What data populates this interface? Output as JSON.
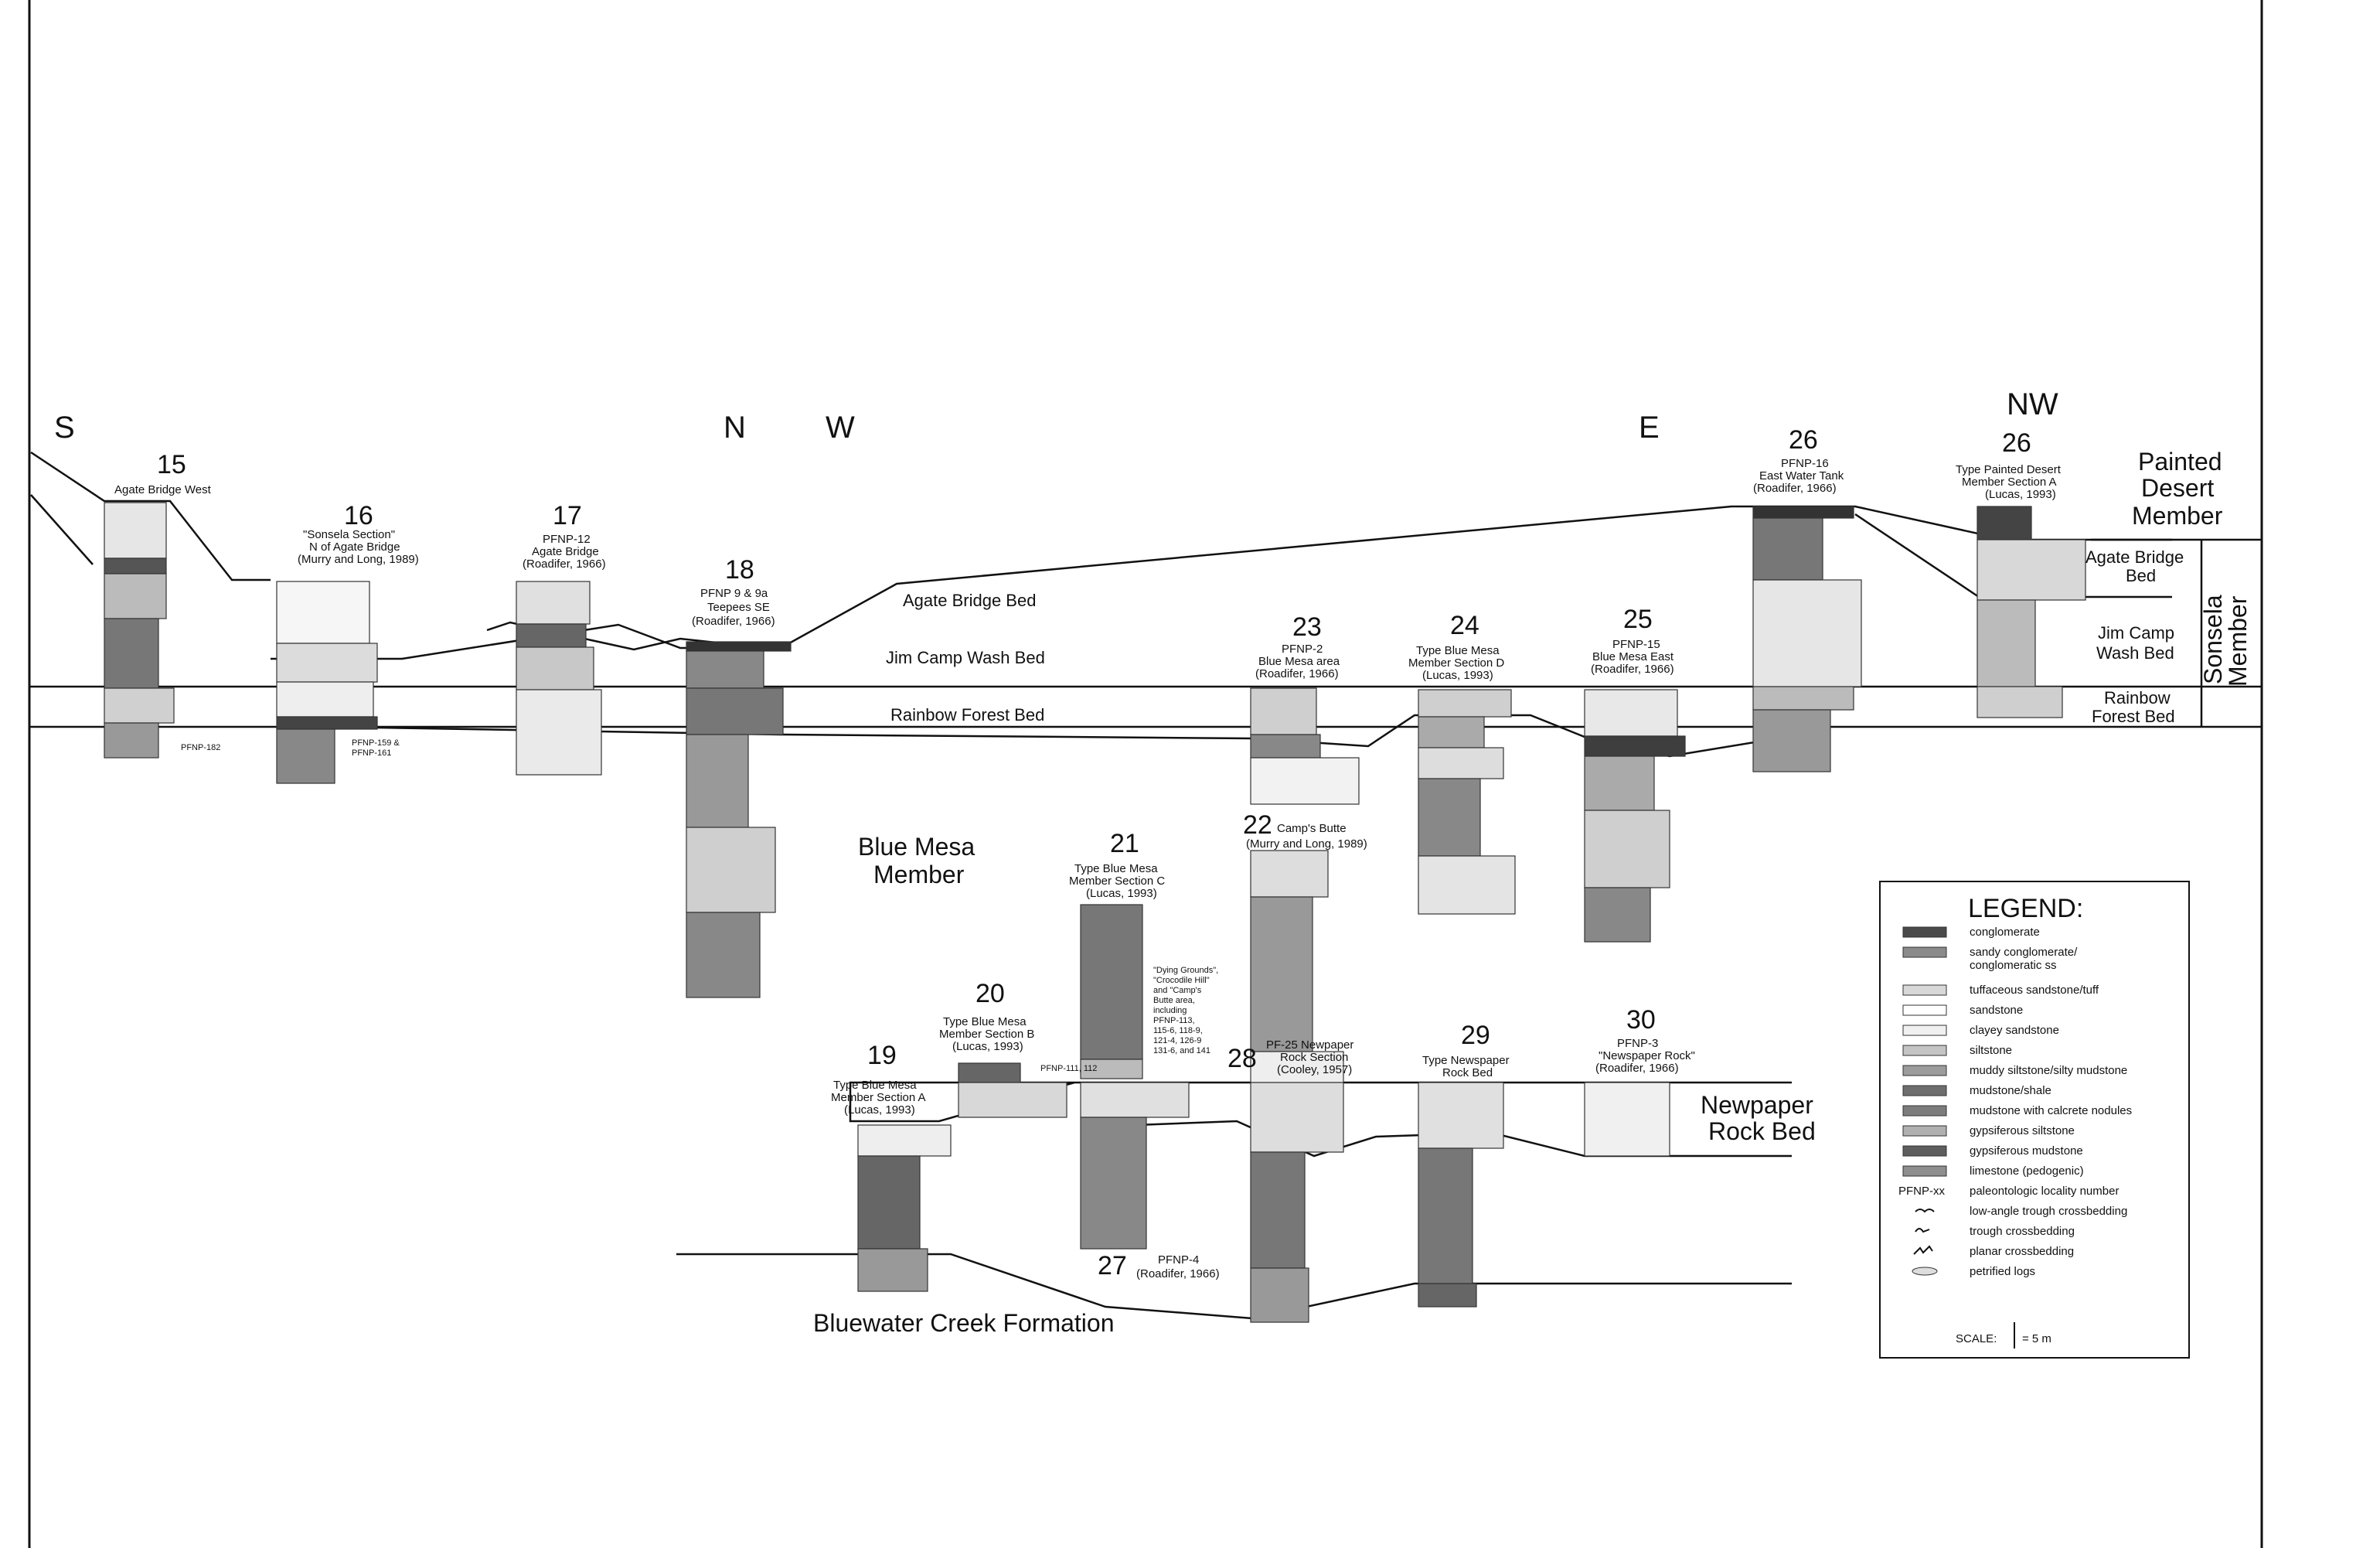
{
  "directions": [
    "S",
    "N",
    "W",
    "E",
    "NW"
  ],
  "sections": [
    {
      "number": "15",
      "caption": [
        "Agate Bridge West"
      ]
    },
    {
      "number": "16",
      "caption": [
        "\"Sonsela Section\"",
        "N of Agate Bridge",
        "(Murry and Long, 1989)"
      ]
    },
    {
      "number": "17",
      "caption": [
        "PFNP-12",
        "Agate Bridge",
        "(Roadifer, 1966)"
      ]
    },
    {
      "number": "18",
      "caption": [
        "PFNP 9 & 9a",
        "Teepees SE",
        "(Roadifer, 1966)"
      ]
    },
    {
      "number": "19",
      "caption": [
        "Type Blue Mesa",
        "Member Section A",
        "(Lucas, 1993)"
      ]
    },
    {
      "number": "20",
      "caption": [
        "Type Blue Mesa",
        "Member Section B",
        "(Lucas, 1993)"
      ]
    },
    {
      "number": "21",
      "caption": [
        "Type Blue Mesa",
        "Member Section C",
        "(Lucas, 1993)"
      ]
    },
    {
      "number": "22",
      "caption": [
        "Camp's Butte",
        "(Murry and Long, 1989)"
      ]
    },
    {
      "number": "23",
      "caption": [
        "PFNP-2",
        "Blue Mesa area",
        "(Roadifer, 1966)"
      ]
    },
    {
      "number": "24",
      "caption": [
        "Type Blue Mesa",
        "Member Section D",
        "(Lucas, 1993)"
      ]
    },
    {
      "number": "25",
      "caption": [
        "PFNP-15",
        "Blue Mesa East",
        "(Roadifer, 1966)"
      ]
    },
    {
      "number": "26",
      "caption": [
        "PFNP-16",
        "East Water Tank",
        "(Roadifer, 1966)"
      ]
    },
    {
      "number": "26",
      "caption": [
        "Type Painted Desert",
        "Member Section A",
        "(Lucas, 1993)"
      ]
    },
    {
      "number": "27",
      "caption": [
        "PFNP-4",
        "(Roadifer, 1966)"
      ]
    },
    {
      "number": "28",
      "caption": [
        "PF-25 Newpaper",
        "Rock Section",
        "(Cooley, 1957)"
      ]
    },
    {
      "number": "29",
      "caption": [
        "Type Newspaper",
        "Rock Bed"
      ]
    },
    {
      "number": "30",
      "caption": [
        "PFNP-3",
        "\"Newspaper Rock\"",
        "(Roadifer, 1966)"
      ]
    }
  ],
  "beds": [
    "Agate Bridge Bed",
    "Jim Camp Wash Bed",
    "Rainbow Forest Bed"
  ],
  "units_right": {
    "painted_desert": [
      "Painted",
      "Desert",
      "Member"
    ],
    "agate_bridge": [
      "Agate Bridge",
      "Bed"
    ],
    "jim_camp": [
      "Jim Camp",
      "Wash Bed"
    ],
    "rainbow": [
      "Rainbow",
      "Forest Bed"
    ],
    "sonsela": [
      "Sonsela",
      "Member"
    ]
  },
  "blue_mesa": [
    "Blue Mesa",
    "Member"
  ],
  "newspaper_rock": [
    "Newpaper",
    "Rock Bed"
  ],
  "bluewater": "Bluewater Creek Formation",
  "localities": {
    "pfnp182": "PFNP-182",
    "pfnp159": [
      "PFNP-159 &",
      "PFNP-161"
    ],
    "pfnp111": "PFNP-111, 112",
    "dying_grounds": [
      "\"Dying Grounds\",",
      "\"Crocodile Hill\"",
      "and \"Camp's",
      "Butte area,",
      "including",
      "PFNP-113,",
      "115-6, 118-9,",
      "121-4, 126-9",
      "131-6, and 141"
    ]
  },
  "legend": {
    "title": "LEGEND:",
    "items": [
      {
        "label": [
          "conglomerate"
        ],
        "swatch": "#4a4a4a"
      },
      {
        "label": [
          "sandy conglomerate/",
          "conglomeratic ss"
        ],
        "swatch": "#8a8a8a"
      },
      {
        "label": [
          "tuffaceous sandstone/tuff"
        ],
        "swatch": "#d8d8d8"
      },
      {
        "label": [
          "sandstone"
        ],
        "swatch": "#ffffff"
      },
      {
        "label": [
          "clayey sandstone"
        ],
        "swatch": "#f0f0f0"
      },
      {
        "label": [
          "siltstone"
        ],
        "swatch": "#c4c4c4"
      },
      {
        "label": [
          "muddy siltstone/silty mudstone"
        ],
        "swatch": "#9c9c9c"
      },
      {
        "label": [
          "mudstone/shale"
        ],
        "swatch": "#6e6e6e"
      },
      {
        "label": [
          "mudstone with calcrete nodules"
        ],
        "swatch": "#7c7c7c"
      },
      {
        "label": [
          "gypsiferous siltstone"
        ],
        "swatch": "#b0b0b0"
      },
      {
        "label": [
          "gypsiferous mudstone"
        ],
        "swatch": "#5e5e5e"
      },
      {
        "label": [
          "limestone (pedogenic)"
        ],
        "swatch": "#8e8e8e"
      },
      {
        "label": [
          "paleontologic locality number"
        ],
        "symbol": "PFNP-xx"
      },
      {
        "label": [
          "low-angle trough crossbedding"
        ],
        "symbol": "low-angle"
      },
      {
        "label": [
          "trough crossbedding"
        ],
        "symbol": "trough"
      },
      {
        "label": [
          "planar crossbedding"
        ],
        "symbol": "planar"
      },
      {
        "label": [
          "petrified logs"
        ],
        "symbol": "log"
      }
    ],
    "scale_label": "SCALE:",
    "scale_value": "= 5 m"
  }
}
